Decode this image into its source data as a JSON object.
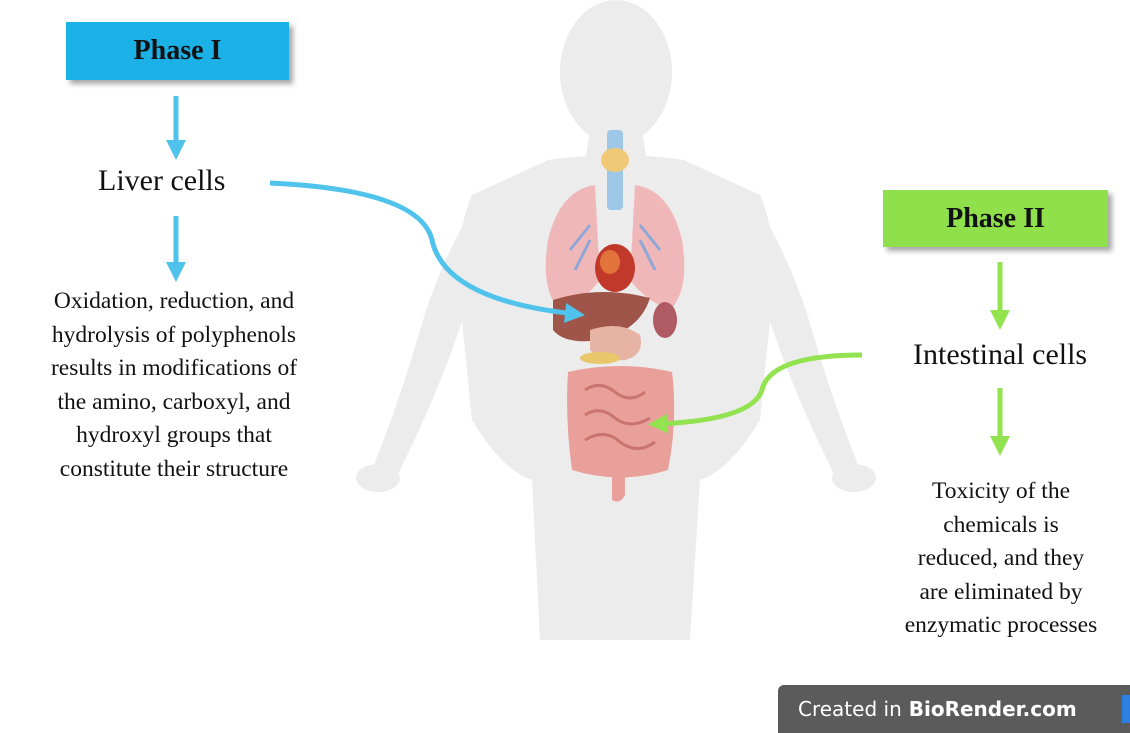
{
  "colors": {
    "phase1_accent": "#1bb1e7",
    "phase1_arrow": "#4fc3ec",
    "phase2_accent": "#8fe04a",
    "phase2_arrow": "#93e24f",
    "badge_bg": "#5b5b5b"
  },
  "phase1": {
    "title": "Phase I",
    "site": "Liver cells",
    "description_lines": [
      "Oxidation, reduction, and",
      "hydrolysis of polyphenols",
      "results in modifications of",
      "the amino, carboxyl, and",
      "hydroxyl groups that",
      "constitute their structure"
    ]
  },
  "phase2": {
    "title": "Phase II",
    "site": "Intestinal cells",
    "description_lines": [
      "Toxicity of the",
      "chemicals is",
      "reduced, and they",
      "are eliminated by",
      "enzymatic processes"
    ]
  },
  "badge": {
    "prefix": "Created in",
    "brand": "BioRender.com"
  },
  "icons": {
    "body": "human-body-illustration-icon",
    "liver": "liver-icon",
    "intestine": "intestine-icon",
    "lungs": "lungs-icon",
    "heart": "heart-icon"
  }
}
